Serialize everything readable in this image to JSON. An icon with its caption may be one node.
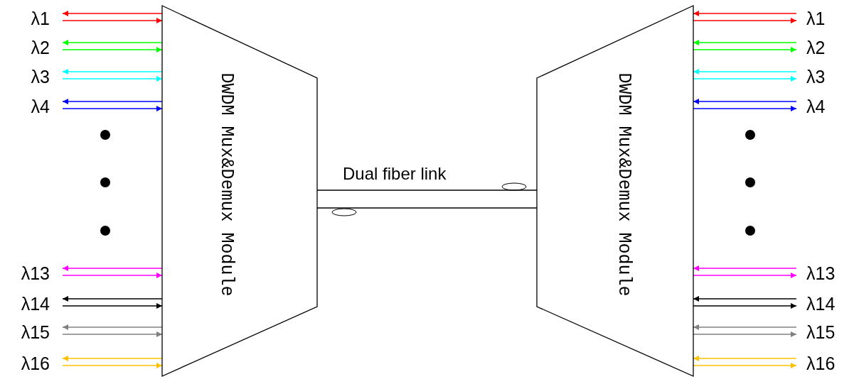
{
  "diagram": {
    "nodes": [
      {
        "text": [
          "DWDM Mux&Demux Module"
        ]
      },
      {
        "text": [
          "DWDM Mux&Demux Module"
        ]
      },
      {
        "text": [
          "λ1"
        ]
      },
      {
        "text": [
          "λ2"
        ]
      },
      {
        "text": [
          "λ3"
        ]
      },
      {
        "text": [
          "λ4"
        ]
      },
      {
        "text": [
          "λ13"
        ]
      },
      {
        "text": [
          "λ14"
        ]
      },
      {
        "text": [
          "λ15"
        ]
      },
      {
        "text": [
          "λ16"
        ]
      },
      {
        "text": [
          "λ1"
        ]
      },
      {
        "text": [
          "λ2"
        ]
      },
      {
        "text": [
          "λ3"
        ]
      },
      {
        "text": [
          "λ4"
        ]
      },
      {
        "text": [
          "λ13"
        ]
      },
      {
        "text": [
          "λ14"
        ]
      },
      {
        "text": [
          "λ15"
        ]
      },
      {
        "text": [
          "λ16"
        ]
      }
    ],
    "edges": [
      {
        "from": 0,
        "to": 2,
        "arrow": "to",
        "color": "#ff0000"
      },
      {
        "from": 2,
        "to": 0,
        "arrow": "to",
        "color": "#ff0000"
      },
      {
        "from": 0,
        "to": 3,
        "arrow": "to",
        "color": "#00ff00"
      },
      {
        "from": 3,
        "to": 0,
        "arrow": "to",
        "color": "#00ff00"
      },
      {
        "from": 0,
        "to": 4,
        "arrow": "to",
        "color": "#00ffff"
      },
      {
        "from": 4,
        "to": 0,
        "arrow": "to",
        "color": "#00ffff"
      },
      {
        "from": 0,
        "to": 5,
        "arrow": "to",
        "color": "#0000ff"
      },
      {
        "from": 5,
        "to": 0,
        "arrow": "to",
        "color": "#0000ff"
      },
      {
        "from": 0,
        "to": 6,
        "arrow": "to",
        "color": "#ff00ff"
      },
      {
        "from": 6,
        "to": 0,
        "arrow": "to",
        "color": "#ff00ff"
      },
      {
        "from": 0,
        "to": 7,
        "arrow": "to"
      },
      {
        "from": 7,
        "to": 0,
        "arrow": "to"
      },
      {
        "from": 0,
        "to": 8,
        "arrow": "to",
        "color": "#808080"
      },
      {
        "from": 8,
        "to": 0,
        "arrow": "to",
        "color": "#808080"
      },
      {
        "from": 0,
        "to": 9,
        "arrow": "to",
        "color": "#ffc000"
      },
      {
        "from": 9,
        "to": 0,
        "arrow": "to",
        "color": "#ffc000"
      },
      {
        "from": 10,
        "to": 1,
        "arrow": "to",
        "color": "#ff0000"
      },
      {
        "from": 1,
        "to": 10,
        "arrow": "to",
        "color": "#ff0000"
      },
      {
        "from": 11,
        "to": 1,
        "arrow": "to",
        "color": "#00ff00"
      },
      {
        "from": 1,
        "to": 11,
        "arrow": "to",
        "color": "#00ff00"
      },
      {
        "from": 12,
        "to": 1,
        "arrow": "to",
        "color": "#00ffff"
      },
      {
        "from": 1,
        "to": 12,
        "arrow": "to",
        "color": "#00ffff"
      },
      {
        "from": 13,
        "to": 1,
        "arrow": "to",
        "color": "#0000ff"
      },
      {
        "from": 1,
        "to": 13,
        "arrow": "to",
        "color": "#0000ff"
      },
      {
        "from": 14,
        "to": 1,
        "arrow": "to",
        "color": "#ff00ff"
      },
      {
        "from": 1,
        "to": 14,
        "arrow": "to",
        "color": "#ff00ff"
      },
      {
        "from": 15,
        "to": 1,
        "arrow": "to"
      },
      {
        "from": 1,
        "to": 15,
        "arrow": "to"
      },
      {
        "from": 16,
        "to": 1,
        "arrow": "to",
        "color": "#808080"
      },
      {
        "from": 1,
        "to": 16,
        "arrow": "to",
        "color": "#808080"
      },
      {
        "from": 17,
        "to": 1,
        "arrow": "to",
        "color": "#ffc000"
      },
      {
        "from": 1,
        "to": 17,
        "arrow": "to",
        "color": "#ffc000"
      },
      {
        "from": 0,
        "to": 1,
        "arrow": "none"
      },
      {
        "from": 0,
        "to": 1,
        "arrow": "none"
      }
    ],
    "labels": [
      "Dual fiber link"
    ]
  }
}
